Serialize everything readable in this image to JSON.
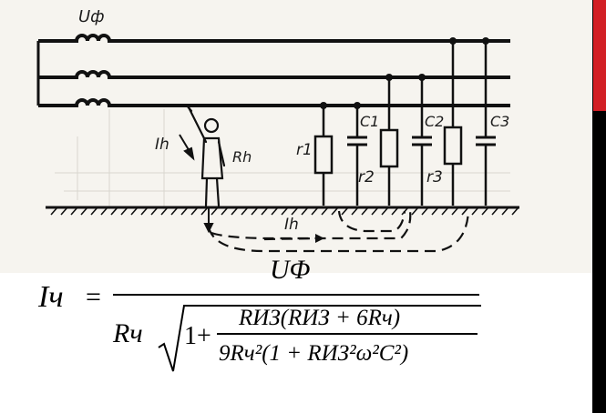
{
  "diagram": {
    "labels": {
      "u_phase": "Uф",
      "i_h": "Ih",
      "r_h": "Rh",
      "r1": "r1",
      "r2": "r2",
      "r3": "r3",
      "c1": "C1",
      "c2": "C2",
      "c3": "C3",
      "i_h_ground": "Ih"
    }
  },
  "formula": {
    "lhs": "Iч",
    "equals": "=",
    "numerator": "UΦ",
    "denominator_prefix": "Rч",
    "one_plus": "1+",
    "inner_numerator": "RИЗ(RИЗ + 6Rч)",
    "inner_denominator": "9Rч²(1 + RИЗ²ω²C²)"
  },
  "colors": {
    "accent_red": "#d21f26",
    "bar_black": "#000000"
  }
}
